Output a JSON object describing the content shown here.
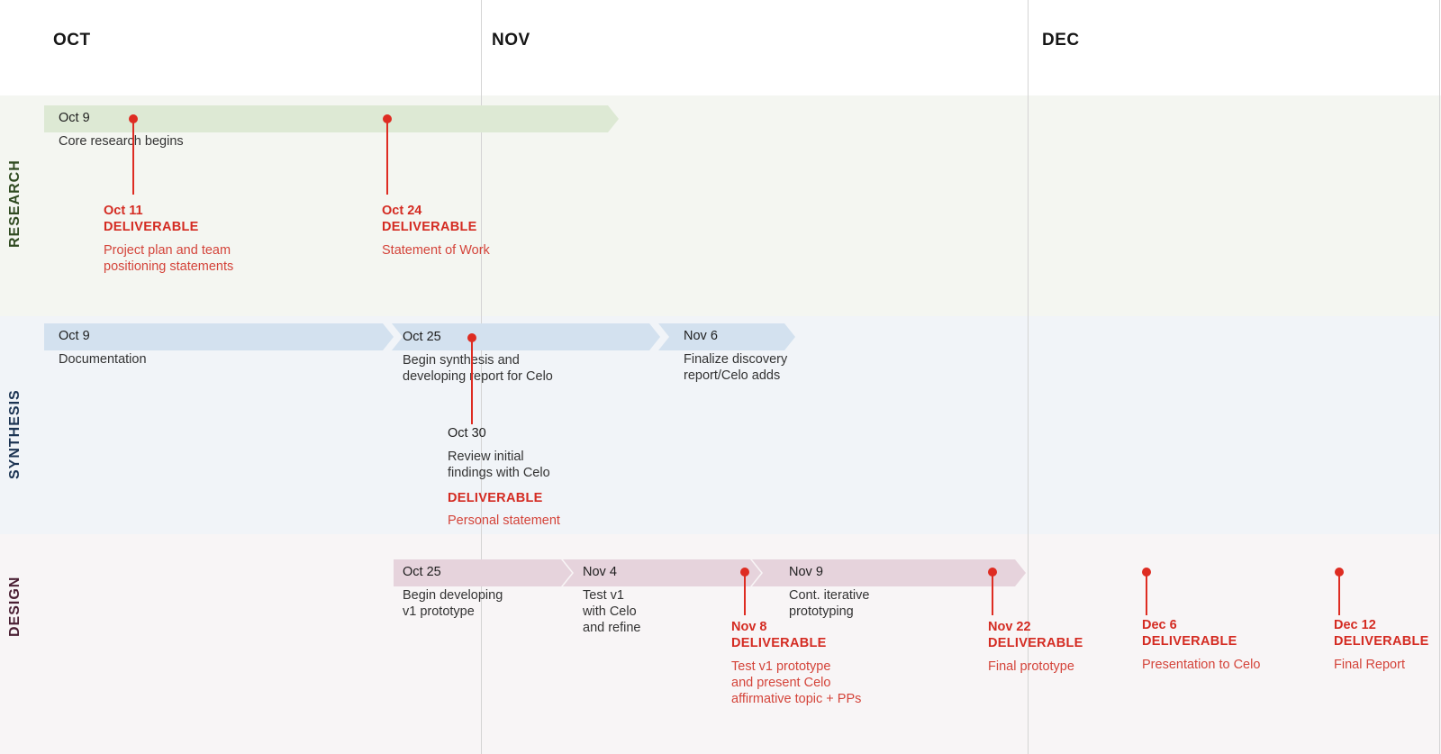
{
  "months": [
    "OCT",
    "NOV",
    "DEC"
  ],
  "lanes": {
    "research": {
      "label": "RESEARCH",
      "color": "#2f4a20"
    },
    "synthesis": {
      "label": "SYNTHESIS",
      "color": "#1b3352"
    },
    "design": {
      "label": "DESIGN",
      "color": "#4a1f33"
    }
  },
  "research": {
    "bar": {
      "date": "Oct 9",
      "desc": "Core research begins"
    },
    "deliverables": [
      {
        "date": "Oct 11",
        "label": "DELIVERABLE",
        "desc": [
          "Project plan and team",
          "positioning statements"
        ]
      },
      {
        "date": "Oct 24",
        "label": "DELIVERABLE",
        "desc": [
          "Statement of Work"
        ]
      }
    ]
  },
  "synthesis": {
    "bars": [
      {
        "date": "Oct 9",
        "desc": [
          "Documentation"
        ]
      },
      {
        "date": "Oct 25",
        "desc": [
          "Begin synthesis and",
          "developing report for Celo"
        ]
      },
      {
        "date": "Nov 6",
        "desc": [
          "Finalize discovery",
          "report/Celo adds"
        ]
      }
    ],
    "milestone": {
      "date": "Oct 30",
      "desc": [
        "Review initial",
        "findings with Celo"
      ],
      "label": "DELIVERABLE",
      "deliv_desc": "Personal statement"
    }
  },
  "design": {
    "bars": [
      {
        "date": "Oct 25",
        "desc": [
          "Begin developing",
          "v1 prototype"
        ]
      },
      {
        "date": "Nov 4",
        "desc": [
          "Test v1",
          "with Celo",
          "and refine"
        ]
      },
      {
        "date": "Nov 9",
        "desc": [
          "Cont. iterative",
          "prototyping"
        ]
      }
    ],
    "deliverables": [
      {
        "date": "Nov 8",
        "label": "DELIVERABLE",
        "desc": [
          "Test v1 prototype",
          "and present Celo",
          "affirmative topic + PPs"
        ]
      },
      {
        "date": "Nov 22",
        "label": "DELIVERABLE",
        "desc": [
          "Final prototype"
        ]
      },
      {
        "date": "Dec 6",
        "label": "DELIVERABLE",
        "desc": [
          "Presentation to Celo"
        ]
      },
      {
        "date": "Dec 12",
        "label": "DELIVERABLE",
        "desc": [
          "Final Report"
        ]
      }
    ]
  },
  "colors": {
    "deliverable": "#d42b22",
    "research_bar": "#dde9d4",
    "synthesis_bar": "#d3e1ef",
    "design_bar": "#e6d3dc"
  }
}
